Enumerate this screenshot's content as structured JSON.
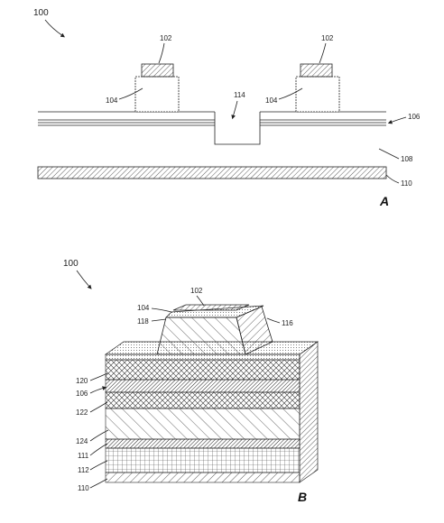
{
  "figure_a": {
    "ref_numeral": "100",
    "label_waveguide_cap_left": "102",
    "label_waveguide_cap_right": "102",
    "label_ridge_left": "104",
    "label_ridge_right": "104",
    "label_trench": "114",
    "label_layer_stack": "106",
    "label_gap": "108",
    "label_substrate": "110",
    "figure_letter": "A"
  },
  "figure_b": {
    "ref_numeral": "100",
    "label_cap": "102",
    "label_ridge_top": "104",
    "label_ridge_side": "118",
    "label_ridge_right": "116",
    "label_upper_layer": "120",
    "label_stack": "106",
    "label_middle_layer": "122",
    "label_lower_layer": "124",
    "label_thin_layer": "111",
    "label_grid_layer": "112",
    "label_substrate": "110",
    "figure_letter": "B"
  }
}
